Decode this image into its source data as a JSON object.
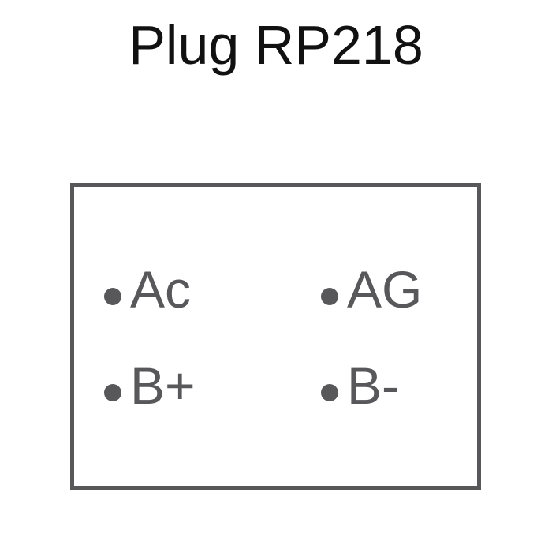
{
  "title": "Plug RP218",
  "pins": [
    {
      "label": "Ac"
    },
    {
      "label": "AG"
    },
    {
      "label": "B+"
    },
    {
      "label": "B-"
    }
  ],
  "colors": {
    "box": "#58585b",
    "title": "#111111"
  }
}
